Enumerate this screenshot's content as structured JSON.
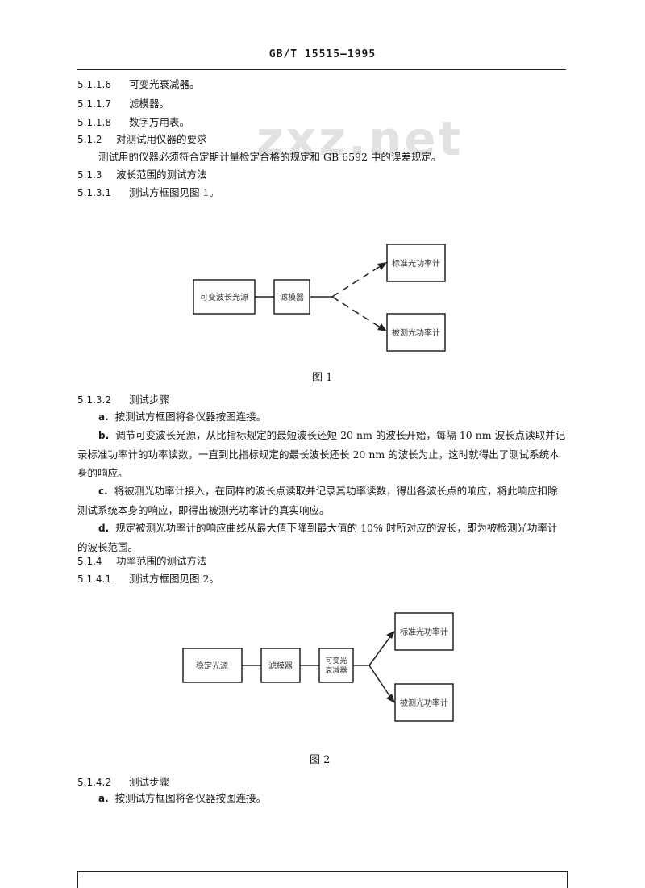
{
  "header": {
    "standard": "GB/T 15515—1995"
  },
  "watermark": "zxz.net",
  "items": [
    {
      "num": "5.1.1.6",
      "text": "可变光衰减器。"
    },
    {
      "num": "5.1.1.7",
      "text": "滤模器。"
    },
    {
      "num": "5.1.1.8",
      "text": "数字万用表。"
    },
    {
      "num": "5.1.2",
      "text": "对测试用仪器的要求"
    },
    {
      "num": "",
      "text": "测试用的仪器必须符合定期计量检定合格的规定和 GB 6592 中的误差规定。"
    },
    {
      "num": "5.1.3",
      "text": "波长范围的测试方法"
    },
    {
      "num": "5.1.3.1",
      "text": "测试方框图见图 1。"
    }
  ],
  "figure1": {
    "boxes": [
      "可变波长光源",
      "滤模器",
      "标准光功率计",
      "被测光功率计"
    ],
    "caption": "图 1"
  },
  "section_5132": {
    "num": "5.1.3.2",
    "title": "测试步骤",
    "steps": [
      {
        "label": "a.",
        "text": "按测试方框图将各仪器按图连接。"
      },
      {
        "label": "b.",
        "text": "调节可变波长光源，从比指标规定的最短波长还短 20 nm 的波长开始，每隔 10 nm 波长点读取并记录标准功率计的功率读数，一直到比指标规定的最长波长还长 20 nm 的波长为止，这时就得出了测试系统本身的响应。"
      },
      {
        "label": "c.",
        "text": "将被测光功率计接入，在同样的波长点读取并记录其功率读数，得出各波长点的响应，将此响应扣除测试系统本身的响应，即得出被测光功率计的真实响应。"
      },
      {
        "label": "d.",
        "text": "规定被测光功率计的响应曲线从最大值下降到最大值的 10% 时所对应的波长，即为被检测光功率计的波长范围。"
      }
    ]
  },
  "items2": [
    {
      "num": "5.1.4",
      "text": "功率范围的测试方法"
    },
    {
      "num": "5.1.4.1",
      "text": "测试方框图见图 2。"
    }
  ],
  "figure2": {
    "boxes": [
      "稳定光源",
      "滤模器",
      "可变光",
      "衰减器",
      "标准光功率计",
      "被测光功率计"
    ],
    "caption": "图 2"
  },
  "section_5142": {
    "num": "5.1.4.2",
    "title": "测试步骤",
    "steps": [
      {
        "label": "a.",
        "text": "按测试方框图将各仪器按图连接。"
      }
    ]
  }
}
